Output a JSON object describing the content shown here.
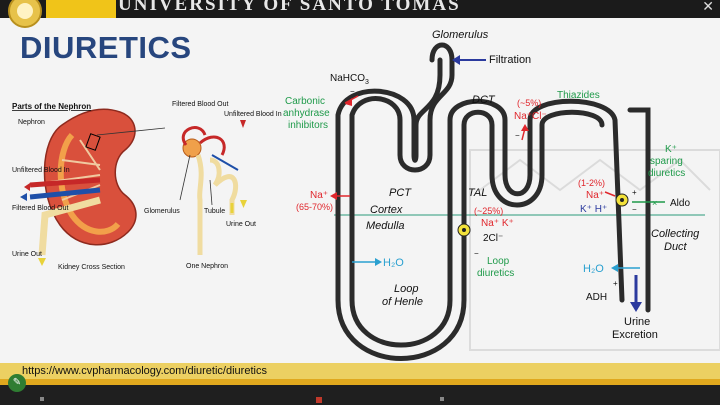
{
  "header": {
    "title": "UNIVERSITY OF SANTO TOMAS"
  },
  "slide_title": "DIURETICS",
  "left_figure": {
    "parts_title": "Parts of the Nephron",
    "nephron": "Nephron",
    "unfiltered_blood_in": "Unfiltered Blood In",
    "filtered_blood_out": "Filtered Blood Out",
    "urine_out": "Urine Out",
    "kidney_cross_section": "Kidney Cross Section",
    "filtered_blood_out_top": "Filtered Blood Out",
    "unfiltered_blood_in_top": "Unfiltered Blood In",
    "glomerulus": "Glomerulus",
    "tubule": "Tubule",
    "urine_out_right": "Urine Out",
    "one_nephron": "One Nephron"
  },
  "right_figure": {
    "glomerulus": "Glomerulus",
    "filtration": "Filtration",
    "nahco3": "NaHCO",
    "nahco3_sub": "3",
    "dct": "DCT",
    "carbonic": "Carbonic",
    "anhydrase": "anhydrase",
    "inhibitors": "inhibitors",
    "pct_percent": "(~5%)",
    "nacl": "Na⁺Cl⁻",
    "thiazides": "Thiazides",
    "k": "K⁺",
    "sparing": "sparing",
    "diuretics": "diuretics",
    "pct": "PCT",
    "tal": "TAL",
    "na_left": "Na⁺",
    "na_left_percent": "(65-70%)",
    "one_two_percent": "(1-2%)",
    "na_cd": "Na⁺",
    "kh": "K⁺ H⁺",
    "aldo": "Aldo",
    "cortex": "Cortex",
    "medulla": "Medulla",
    "tal_percent": "(~25%)",
    "na_k": "Na⁺ K⁺",
    "two_cl": "2Cl⁻",
    "collecting": "Collecting",
    "duct": "Duct",
    "h2o_left": "H₂O",
    "loop": "Loop",
    "loop_diuretics": "diuretics",
    "h2o_right": "H₂O",
    "adh": "ADH",
    "loop_of": "Loop",
    "of_henle": "of Henle",
    "urine": "Urine",
    "excretion": "Excretion"
  },
  "footer": {
    "url": "https://www.cvpharmacology.com/diuretic/diuretics"
  },
  "colors": {
    "title_blue": "#27467e",
    "red": "#e0262c",
    "blue": "#2b3a9e",
    "green": "#1f9a4a",
    "gold": "#ecd062"
  }
}
